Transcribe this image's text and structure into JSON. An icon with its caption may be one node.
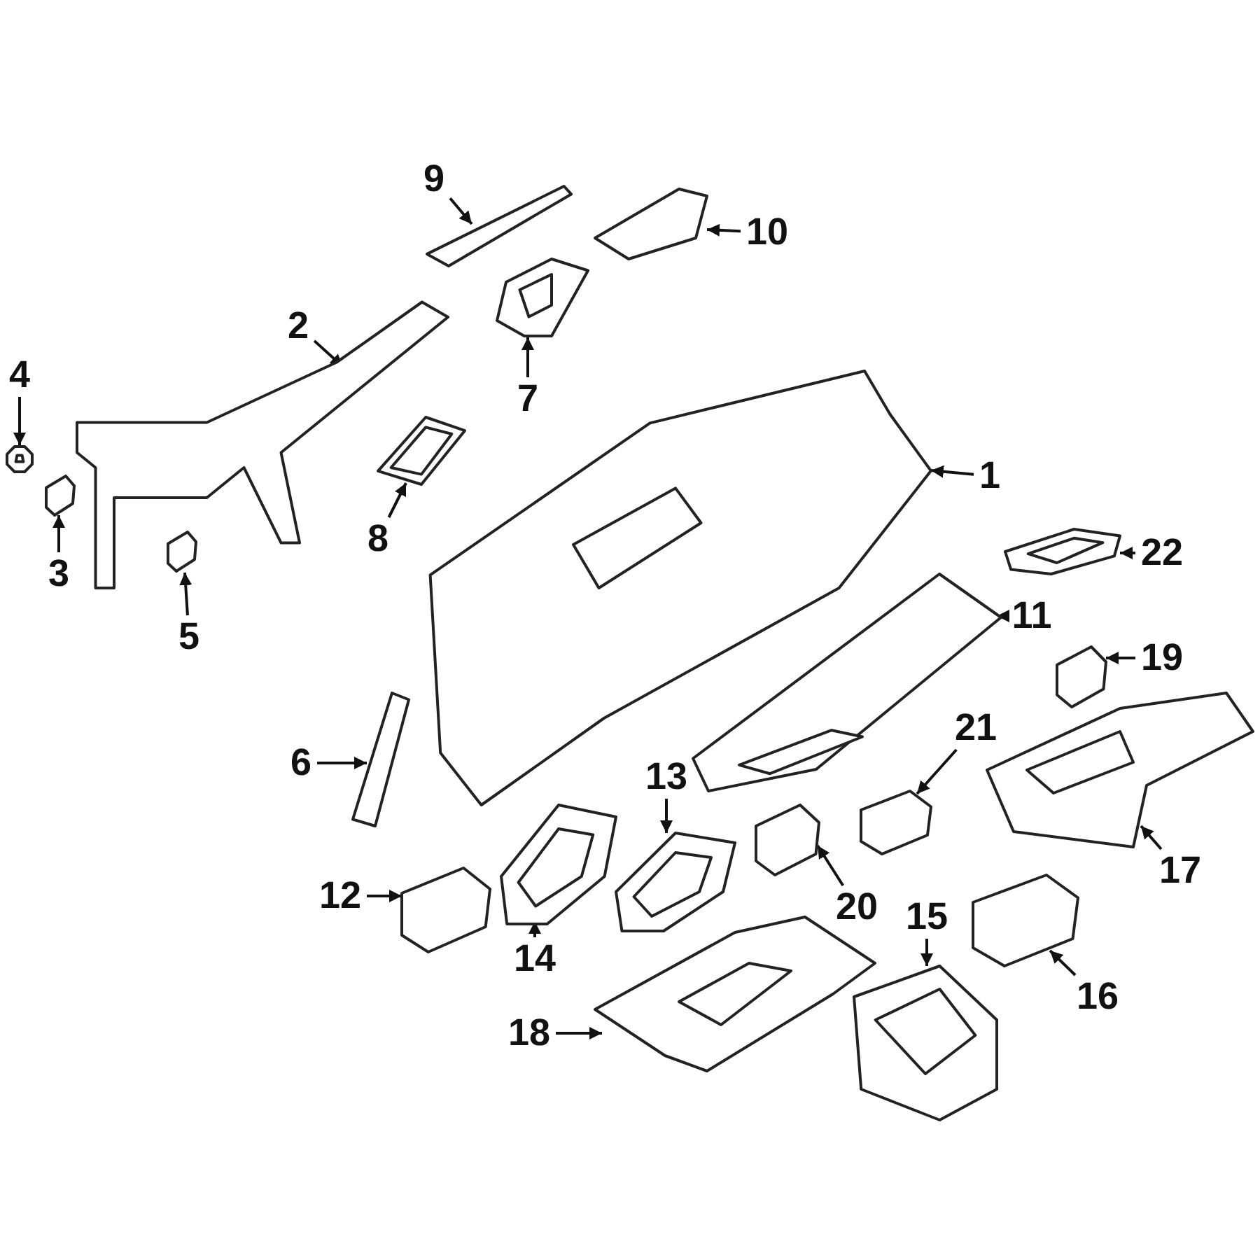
{
  "diagram": {
    "nodes": [
      {
        "text": [
          "1"
        ]
      },
      {
        "text": [],
        "shape": "picture"
      },
      {
        "text": [
          "2"
        ]
      },
      {
        "text": [],
        "shape": "picture"
      },
      {
        "text": [
          "3"
        ]
      },
      {
        "text": [],
        "shape": "picture"
      },
      {
        "text": [
          "4"
        ]
      },
      {
        "text": [],
        "shape": "picture"
      },
      {
        "text": [
          "5"
        ]
      },
      {
        "text": [],
        "shape": "picture"
      },
      {
        "text": [
          "6"
        ]
      },
      {
        "text": [],
        "shape": "picture"
      },
      {
        "text": [
          "7"
        ]
      },
      {
        "text": [],
        "shape": "picture"
      },
      {
        "text": [
          "8"
        ]
      },
      {
        "text": [],
        "shape": "picture"
      },
      {
        "text": [
          "9"
        ]
      },
      {
        "text": [],
        "shape": "picture"
      },
      {
        "text": [
          "10"
        ]
      },
      {
        "text": [],
        "shape": "picture"
      },
      {
        "text": [
          "11"
        ]
      },
      {
        "text": [],
        "shape": "picture"
      },
      {
        "text": [
          "12"
        ]
      },
      {
        "text": [],
        "shape": "picture"
      },
      {
        "text": [
          "13"
        ]
      },
      {
        "text": [],
        "shape": "picture"
      },
      {
        "text": [
          "14"
        ]
      },
      {
        "text": [],
        "shape": "picture"
      },
      {
        "text": [
          "15"
        ]
      },
      {
        "text": [],
        "shape": "picture"
      },
      {
        "text": [
          "16"
        ]
      },
      {
        "text": [],
        "shape": "picture"
      },
      {
        "text": [
          "17"
        ]
      },
      {
        "text": [],
        "shape": "picture"
      },
      {
        "text": [
          "18"
        ]
      },
      {
        "text": [],
        "shape": "picture"
      },
      {
        "text": [
          "19"
        ]
      },
      {
        "text": [],
        "shape": "picture"
      },
      {
        "text": [
          "20"
        ]
      },
      {
        "text": [],
        "shape": "picture"
      },
      {
        "text": [
          "21"
        ]
      },
      {
        "text": [],
        "shape": "picture"
      },
      {
        "text": [
          "22"
        ]
      },
      {
        "text": [],
        "shape": "picture"
      }
    ],
    "edges": [
      {
        "from": 0,
        "to": 1,
        "arrow": "to"
      },
      {
        "from": 2,
        "to": 3,
        "arrow": "to"
      },
      {
        "from": 4,
        "to": 5,
        "arrow": "to"
      },
      {
        "from": 6,
        "to": 7,
        "arrow": "to"
      },
      {
        "from": 8,
        "to": 9,
        "arrow": "to"
      },
      {
        "from": 10,
        "to": 11,
        "arrow": "to"
      },
      {
        "from": 12,
        "to": 13,
        "arrow": "to"
      },
      {
        "from": 14,
        "to": 15,
        "arrow": "to"
      },
      {
        "from": 16,
        "to": 17,
        "arrow": "to"
      },
      {
        "from": 18,
        "to": 19,
        "arrow": "to"
      },
      {
        "from": 20,
        "to": 21,
        "arrow": "to"
      },
      {
        "from": 22,
        "to": 23,
        "arrow": "to"
      },
      {
        "from": 24,
        "to": 25,
        "arrow": "to"
      },
      {
        "from": 26,
        "to": 27,
        "arrow": "to"
      },
      {
        "from": 28,
        "to": 29,
        "arrow": "to"
      },
      {
        "from": 30,
        "to": 31,
        "arrow": "to"
      },
      {
        "from": 32,
        "to": 33,
        "arrow": "to"
      },
      {
        "from": 34,
        "to": 35,
        "arrow": "to"
      },
      {
        "from": 36,
        "to": 37,
        "arrow": "to"
      },
      {
        "from": 38,
        "to": 39,
        "arrow": "to"
      },
      {
        "from": 40,
        "to": 41,
        "arrow": "to"
      },
      {
        "from": 42,
        "to": 43,
        "arrow": "to"
      }
    ]
  }
}
